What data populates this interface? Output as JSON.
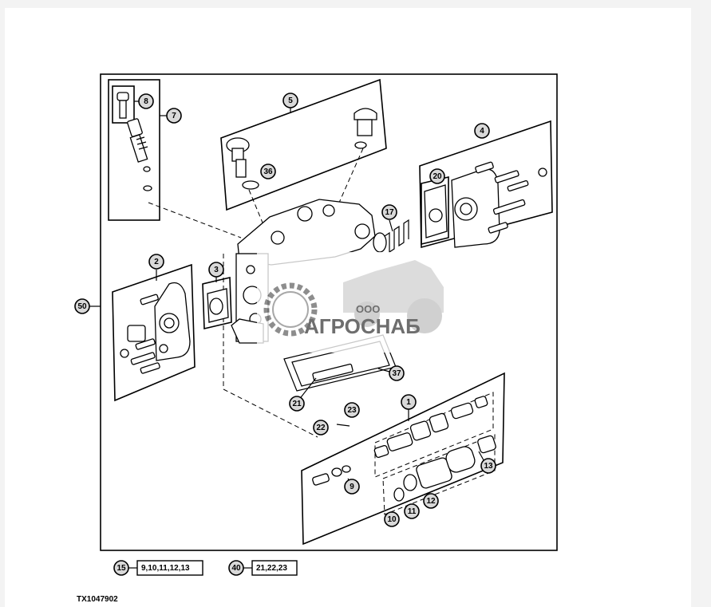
{
  "figure_id": "TX1047902",
  "callouts": [
    "1",
    "2",
    "3",
    "4",
    "5",
    "7",
    "8",
    "9",
    "10",
    "11",
    "12",
    "13",
    "17",
    "20",
    "21",
    "22",
    "23",
    "36",
    "37",
    "50"
  ],
  "legend": [
    {
      "ref": "15",
      "items": "9,10,11,12,13"
    },
    {
      "ref": "40",
      "items": "21,22,23"
    }
  ],
  "watermark": {
    "prefix": "ООО",
    "name": "АГРОСНАБ",
    "color_dark": "#555555",
    "color_light": "#bbbbbb"
  },
  "icons": [
    "gear-logo-icon",
    "tractor-logo-icon"
  ]
}
